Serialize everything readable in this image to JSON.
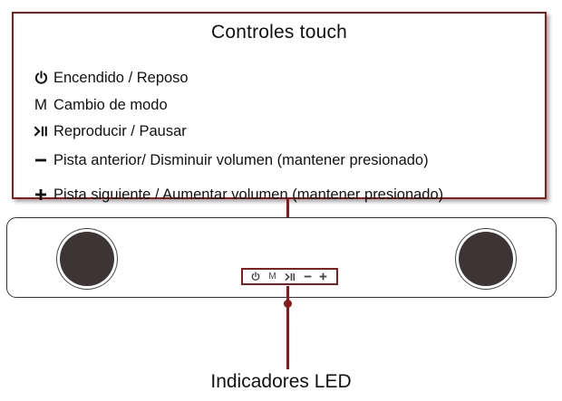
{
  "legend": {
    "title": "Controles touch",
    "items": [
      {
        "icon": "power-icon",
        "label": "Encendido / Reposo"
      },
      {
        "icon": "mode-icon",
        "symbol": "M",
        "label": "Cambio de modo"
      },
      {
        "icon": "play-pause-icon",
        "label": "Reproducir / Pausar"
      },
      {
        "icon": "minus-icon",
        "label": "Pista anterior/ Disminuir volumen (mantener presionado)"
      },
      {
        "icon": "plus-icon",
        "label": "Pista siguiente / Aumentar volumen (mantener presionado)"
      }
    ]
  },
  "touch_strip": {
    "mode_symbol": "M"
  },
  "led_label": "Indicadores LED",
  "colors": {
    "accent": "#8b1a1a",
    "speaker_driver": "#3b3536",
    "text": "#111111"
  }
}
